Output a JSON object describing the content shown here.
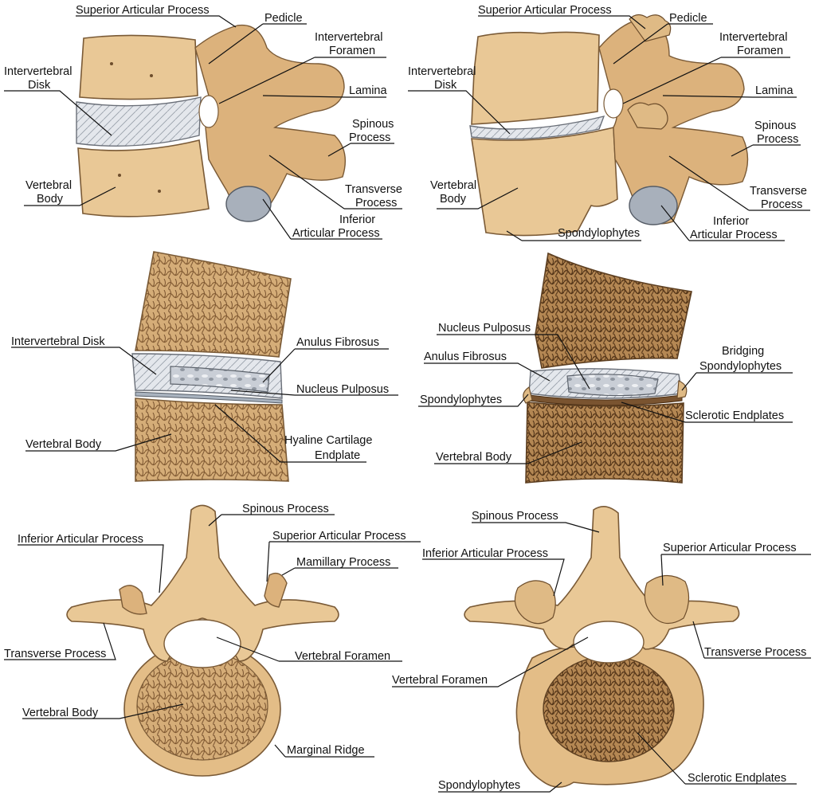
{
  "panels": {
    "normal_lateral": {
      "labels": {
        "superior_articular_process": "Superior Articular Process",
        "pedicle": "Pedicle",
        "intervertebral_foramen_1": "Intervertebral",
        "intervertebral_foramen_2": "Foramen",
        "intervertebral_disk_1": "Intervertebral",
        "intervertebral_disk_2": "Disk",
        "lamina": "Lamina",
        "spinous_process_1": "Spinous",
        "spinous_process_2": "Process",
        "vertebral_body_1": "Vertebral",
        "vertebral_body_2": "Body",
        "transverse_process_1": "Transverse",
        "transverse_process_2": "Process",
        "inferior_articular_process_1": "Inferior",
        "inferior_articular_process_2": "Articular Process"
      }
    },
    "degenerative_lateral": {
      "labels": {
        "superior_articular_process": "Superior Articular Process",
        "pedicle": "Pedicle",
        "intervertebral_foramen_1": "Intervertebral",
        "intervertebral_foramen_2": "Foramen",
        "intervertebral_disk_1": "Intervertebral",
        "intervertebral_disk_2": "Disk",
        "lamina": "Lamina",
        "spinous_process_1": "Spinous",
        "spinous_process_2": "Process",
        "vertebral_body_1": "Vertebral",
        "vertebral_body_2": "Body",
        "transverse_process_1": "Transverse",
        "transverse_process_2": "Process",
        "inferior_articular_process_1": "Inferior",
        "inferior_articular_process_2": "Articular Process",
        "spondylophytes": "Spondylophytes"
      }
    },
    "normal_section": {
      "labels": {
        "intervertebral_disk": "Intervertebral Disk",
        "anulus_fibrosus": "Anulus Fibrosus",
        "nucleus_pulposus": "Nucleus Pulposus",
        "vertebral_body": "Vertebral Body",
        "hyaline_cartilage_1": "Hyaline Cartilage",
        "hyaline_cartilage_2": "Endplate"
      }
    },
    "degenerative_section": {
      "labels": {
        "nucleus_pulposus": "Nucleus Pulposus",
        "anulus_fibrosus": "Anulus Fibrosus",
        "bridging_spondylophytes_1": "Bridging",
        "bridging_spondylophytes_2": "Spondylophytes",
        "spondylophytes": "Spondylophytes",
        "sclerotic_endplates": "Sclerotic Endplates",
        "vertebral_body": "Vertebral Body"
      }
    },
    "normal_superior": {
      "labels": {
        "spinous_process": "Spinous Process",
        "inferior_articular_process": "Inferior Articular Process",
        "superior_articular_process": "Superior Articular Process",
        "mamillary_process": "Mamillary Process",
        "transverse_process": "Transverse Process",
        "vertebral_foramen": "Vertebral Foramen",
        "vertebral_body": "Vertebral Body",
        "marginal_ridge": "Marginal Ridge"
      }
    },
    "degenerative_superior": {
      "labels": {
        "spinous_process": "Spinous Process",
        "inferior_articular_process": "Inferior Articular Process",
        "superior_articular_process": "Superior Articular Process",
        "transverse_process": "Transverse Process",
        "vertebral_foramen": "Vertebral Foramen",
        "spondylophytes": "Spondylophytes",
        "sclerotic_endplates": "Sclerotic Endplates"
      }
    }
  }
}
